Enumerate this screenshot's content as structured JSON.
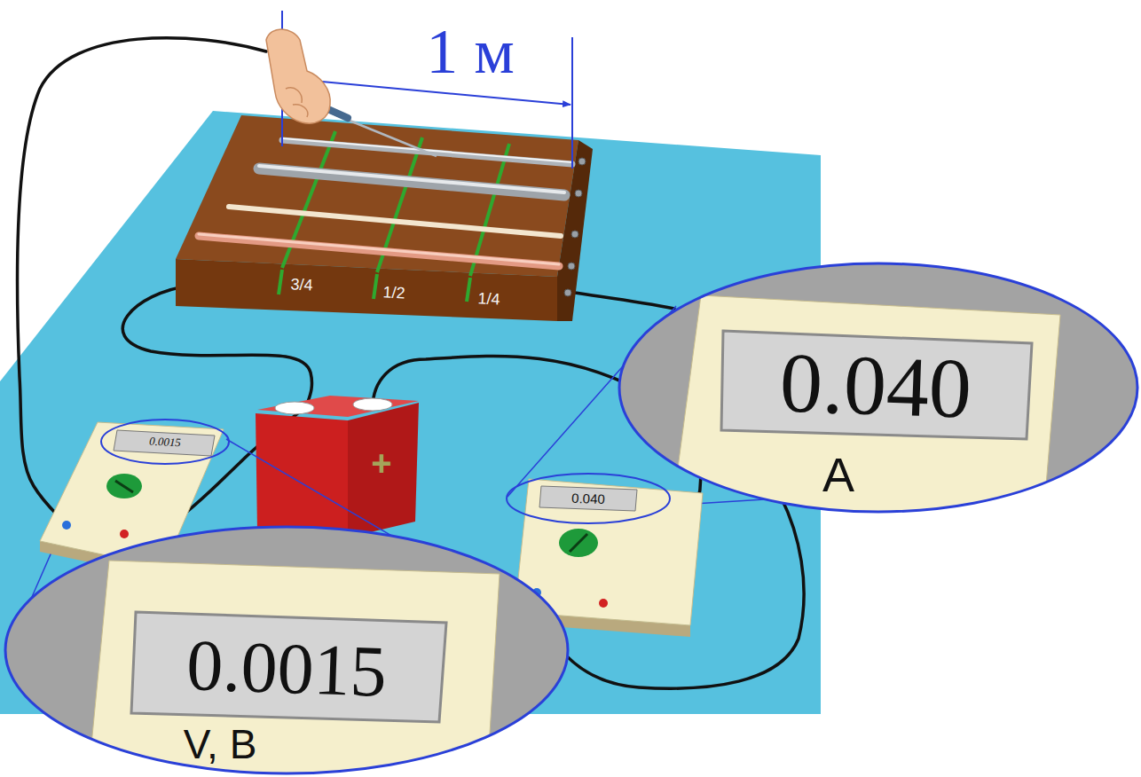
{
  "diagram": {
    "nodes": [
      {
        "text": [
          "0.040",
          "A"
        ]
      },
      {
        "text": [
          "0.0015",
          "V, B"
        ]
      }
    ],
    "labels": [
      "1 м",
      "3/4",
      "1/2",
      "1/4",
      "+",
      "0.0015",
      "0.040"
    ]
  }
}
